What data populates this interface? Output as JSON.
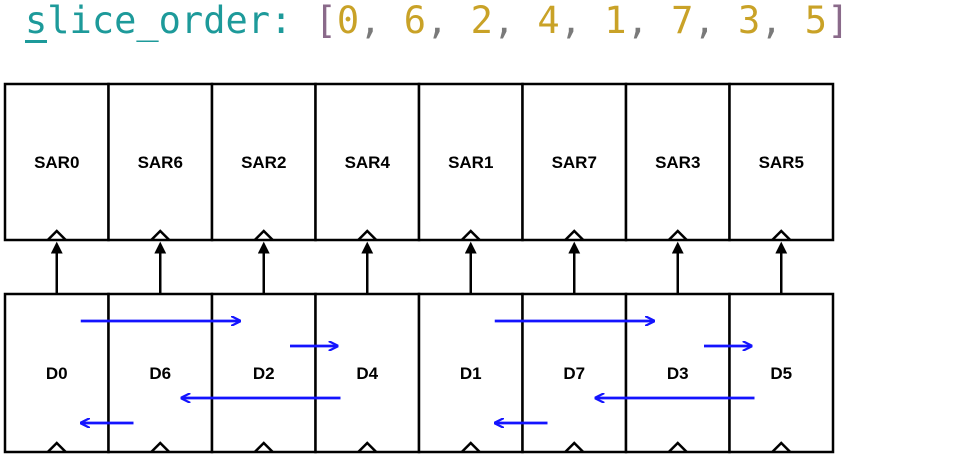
{
  "code": {
    "key": "slice_order",
    "colon": ":",
    "open_bracket": "[",
    "close_bracket": "]",
    "values": [
      "0",
      "6",
      "2",
      "4",
      "1",
      "7",
      "3",
      "5"
    ]
  },
  "diagram": {
    "sar_blocks": [
      "SAR0",
      "SAR6",
      "SAR2",
      "SAR4",
      "SAR1",
      "SAR7",
      "SAR3",
      "SAR5"
    ],
    "d_blocks": [
      "D0",
      "D6",
      "D2",
      "D4",
      "D1",
      "D7",
      "D3",
      "D5"
    ],
    "flow_arrows": [
      {
        "from": 0,
        "to": 2,
        "direction": "right"
      },
      {
        "from": 2,
        "to": 3,
        "direction": "right"
      },
      {
        "from": 3,
        "to": 1,
        "direction": "left"
      },
      {
        "from": 1,
        "to": 0,
        "direction": "left"
      },
      {
        "from": 4,
        "to": 6,
        "direction": "right"
      },
      {
        "from": 6,
        "to": 7,
        "direction": "right"
      },
      {
        "from": 7,
        "to": 5,
        "direction": "left"
      },
      {
        "from": 5,
        "to": 4,
        "direction": "left"
      }
    ],
    "arrow_color": "#1414ff",
    "line_color": "#000000"
  }
}
